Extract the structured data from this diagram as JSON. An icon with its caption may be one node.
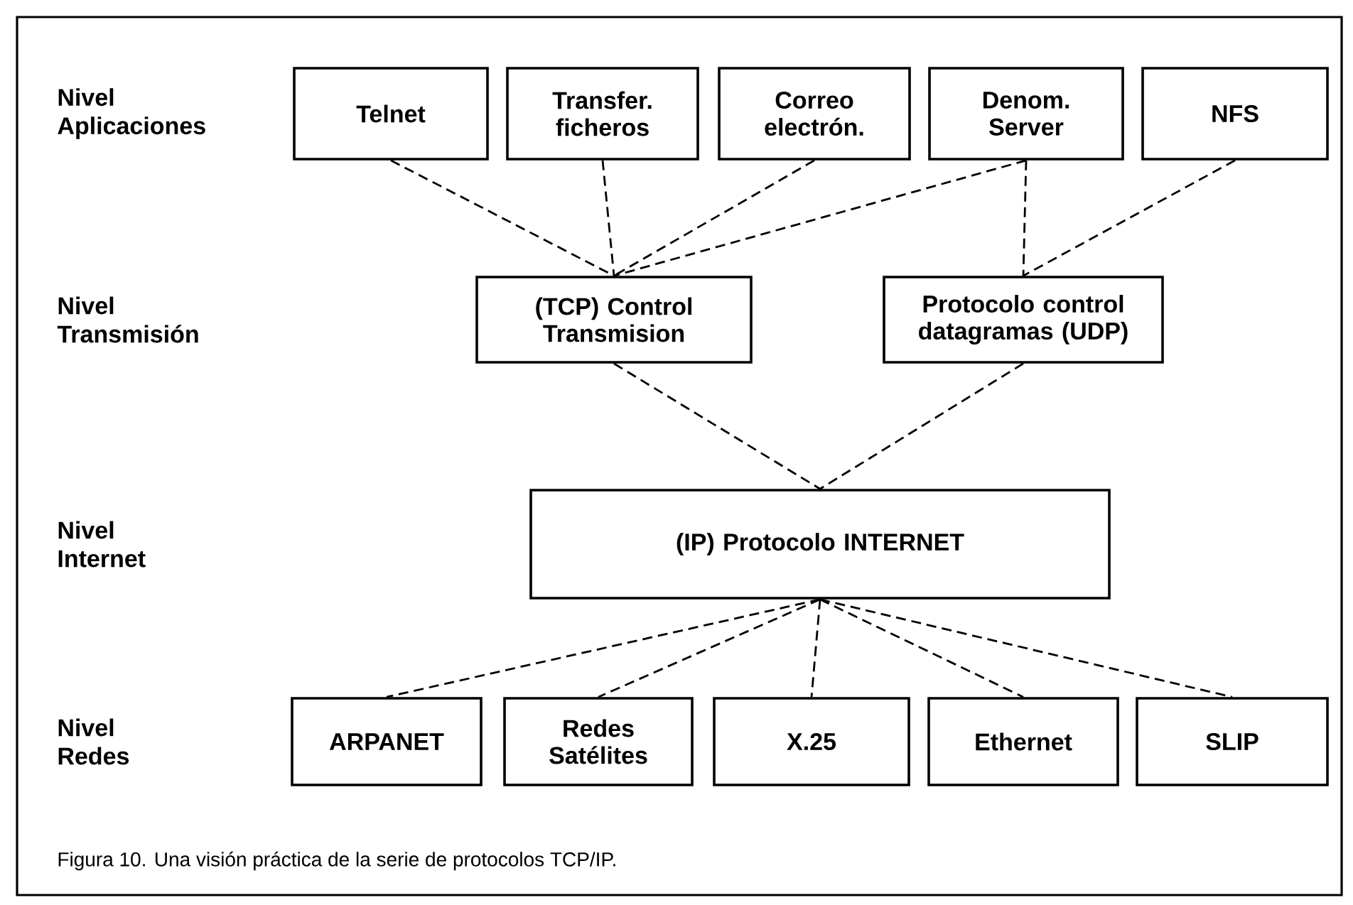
{
  "diagram": {
    "caption": "Figura 10. Una visión práctica de la serie de protocolos TCP/IP.",
    "nodes": [
      {
        "text": [
          "Telnet"
        ]
      },
      {
        "text": [
          "Transfer. ficheros"
        ]
      },
      {
        "text": [
          "Correo electrón."
        ]
      },
      {
        "text": [
          "Denom. Server"
        ]
      },
      {
        "text": [
          "NFS"
        ]
      },
      {
        "text": [
          "(TCP) Control Transmision"
        ]
      },
      {
        "text": [
          "Protocolo control datagramas (UDP)"
        ]
      },
      {
        "text": [
          "(IP) Protocolo INTERNET"
        ]
      },
      {
        "text": [
          "ARPANET"
        ]
      },
      {
        "text": [
          "Redes Satélites"
        ]
      },
      {
        "text": [
          "X.25"
        ]
      },
      {
        "text": [
          "Ethernet"
        ]
      },
      {
        "text": [
          "SLIP"
        ]
      }
    ],
    "edges": [
      {
        "from": 0,
        "to": 5,
        "arrow": "none",
        "style": "dashed"
      },
      {
        "from": 1,
        "to": 5,
        "arrow": "none",
        "style": "dashed"
      },
      {
        "from": 2,
        "to": 5,
        "arrow": "none",
        "style": "dashed"
      },
      {
        "from": 3,
        "to": 5,
        "arrow": "none",
        "style": "dashed"
      },
      {
        "from": 3,
        "to": 6,
        "arrow": "none",
        "style": "dashed"
      },
      {
        "from": 4,
        "to": 6,
        "arrow": "none",
        "style": "dashed"
      },
      {
        "from": 5,
        "to": 7,
        "arrow": "none",
        "style": "dashed"
      },
      {
        "from": 6,
        "to": 7,
        "arrow": "none",
        "style": "dashed"
      },
      {
        "from": 7,
        "to": 8,
        "arrow": "none",
        "style": "dashed"
      },
      {
        "from": 7,
        "to": 9,
        "arrow": "none",
        "style": "dashed"
      },
      {
        "from": 7,
        "to": 10,
        "arrow": "none",
        "style": "dashed"
      },
      {
        "from": 7,
        "to": 11,
        "arrow": "none",
        "style": "dashed"
      },
      {
        "from": 7,
        "to": 12,
        "arrow": "none",
        "style": "dashed"
      }
    ],
    "labels": [
      "Nivel Aplicaciones",
      "Nivel Transmisión",
      "Nivel Internet",
      "Nivel Redes"
    ]
  }
}
